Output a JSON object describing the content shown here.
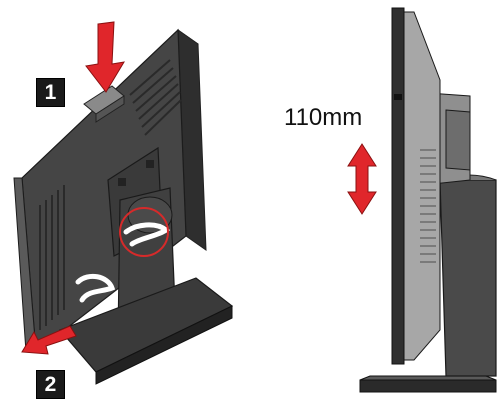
{
  "steps": {
    "step1": "1",
    "step2": "2"
  },
  "measurement": {
    "label": "110mm"
  },
  "colors": {
    "arrow_red": "#e0262b",
    "monitor_dark": "#3b3b3b",
    "monitor_mid": "#5a5a5a",
    "side_light": "#9a9a9a",
    "highlight_circle": "#d62a2a"
  },
  "icons": {
    "press_down": "arrow-down-icon",
    "pull_out": "arrow-left-down-icon",
    "height_adjust": "double-arrow-vertical-icon"
  }
}
